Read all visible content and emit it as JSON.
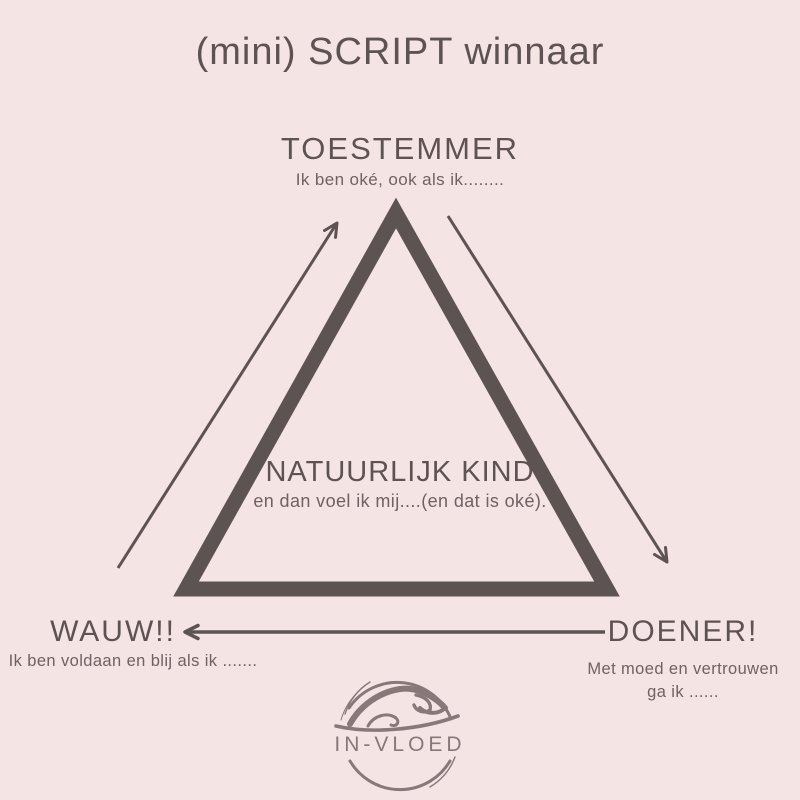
{
  "title": "(mini) SCRIPT winnaar",
  "colors": {
    "background": "#f5e4e4",
    "ink": "#5e5353",
    "subtext": "#6f6262",
    "logo": "#877879"
  },
  "diagram": {
    "type": "triangle-cycle",
    "nodes": {
      "top": {
        "label": "TOESTEMMER",
        "sub": "Ik ben oké, ook als ik........"
      },
      "center": {
        "label": "NATUURLIJK KIND",
        "sub": "en dan voel ik mij....(en dat is oké)."
      },
      "bottom_left": {
        "label": "WAUW!!",
        "sub": "Ik ben voldaan en blij als ik ......."
      },
      "bottom_right": {
        "label": "DOENER!",
        "sub_line1": "Met moed en vertrouwen",
        "sub_line2": "ga ik ......"
      }
    },
    "edges": [
      {
        "from": "WAUW!!",
        "to": "TOESTEMMER",
        "direction": "up"
      },
      {
        "from": "TOESTEMMER",
        "to": "DOENER!",
        "direction": "down"
      },
      {
        "from": "DOENER!",
        "to": "WAUW!!",
        "direction": "left"
      }
    ]
  },
  "logo": {
    "text": "IN-VLOED"
  }
}
